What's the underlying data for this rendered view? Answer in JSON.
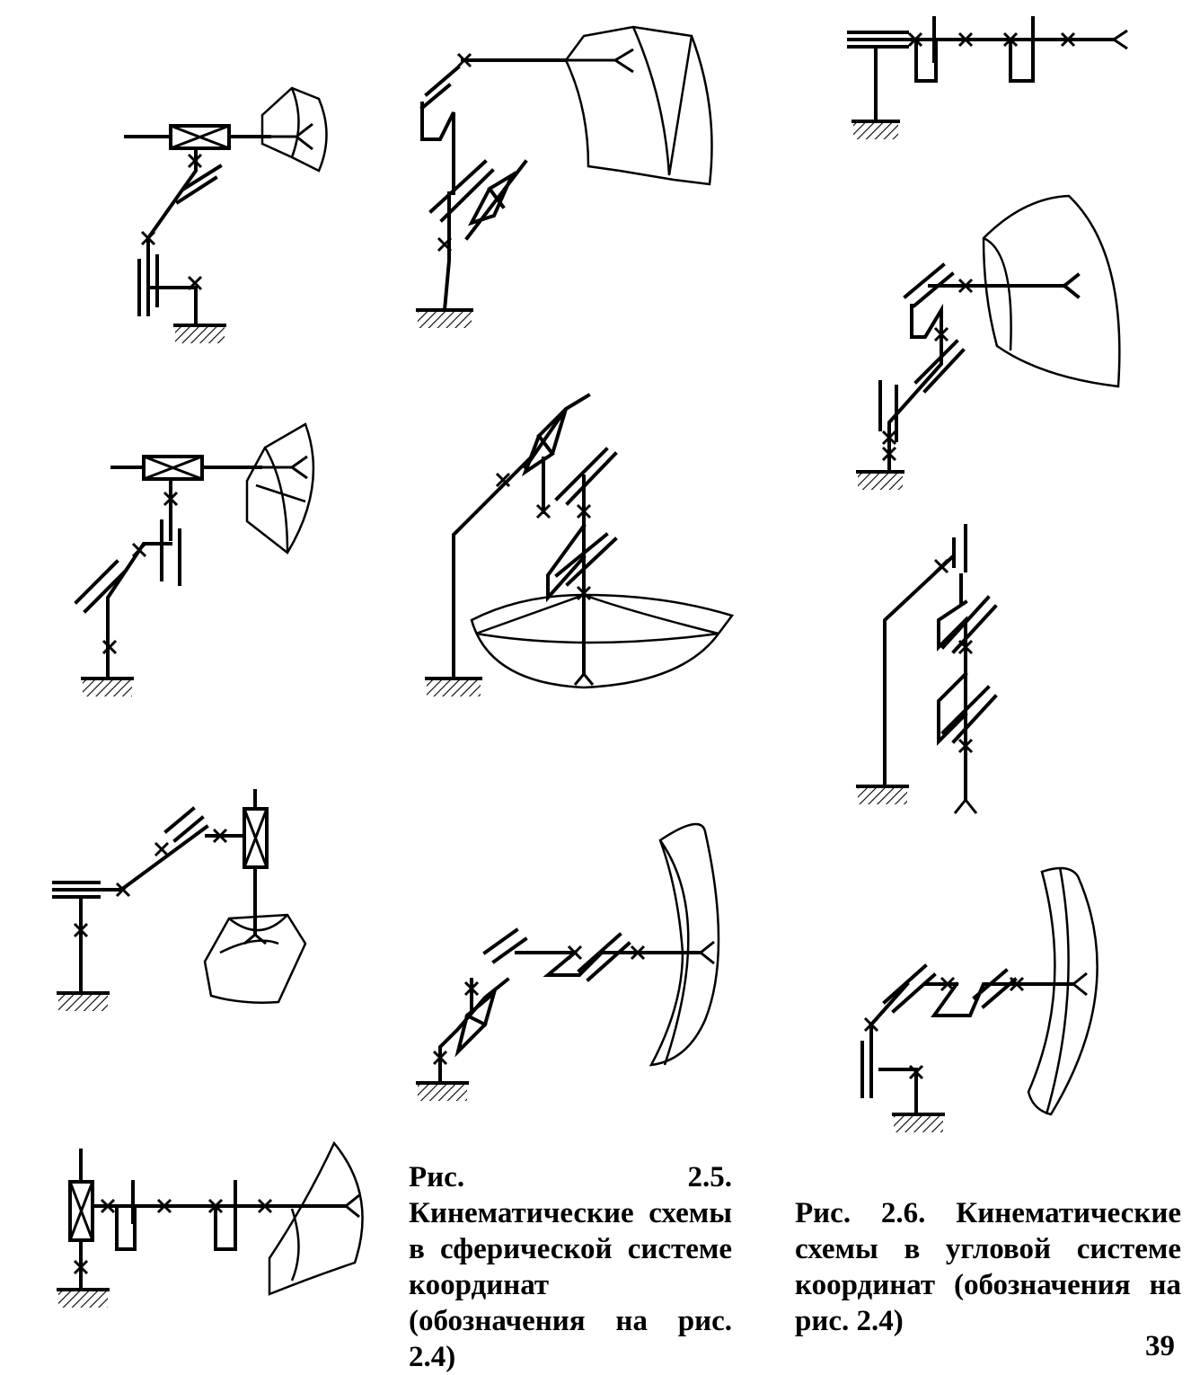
{
  "figures": {
    "fig_2_5": {
      "caption": "Рис. 2.5. Кинематические схемы в сферической системе координат (обозначения на рис. 2.4)"
    },
    "fig_2_6": {
      "caption": "Рис. 2.6. Кинематические схемы в угловой системе координат (обозначения на рис. 2.4)"
    }
  },
  "page": {
    "number": "39"
  }
}
